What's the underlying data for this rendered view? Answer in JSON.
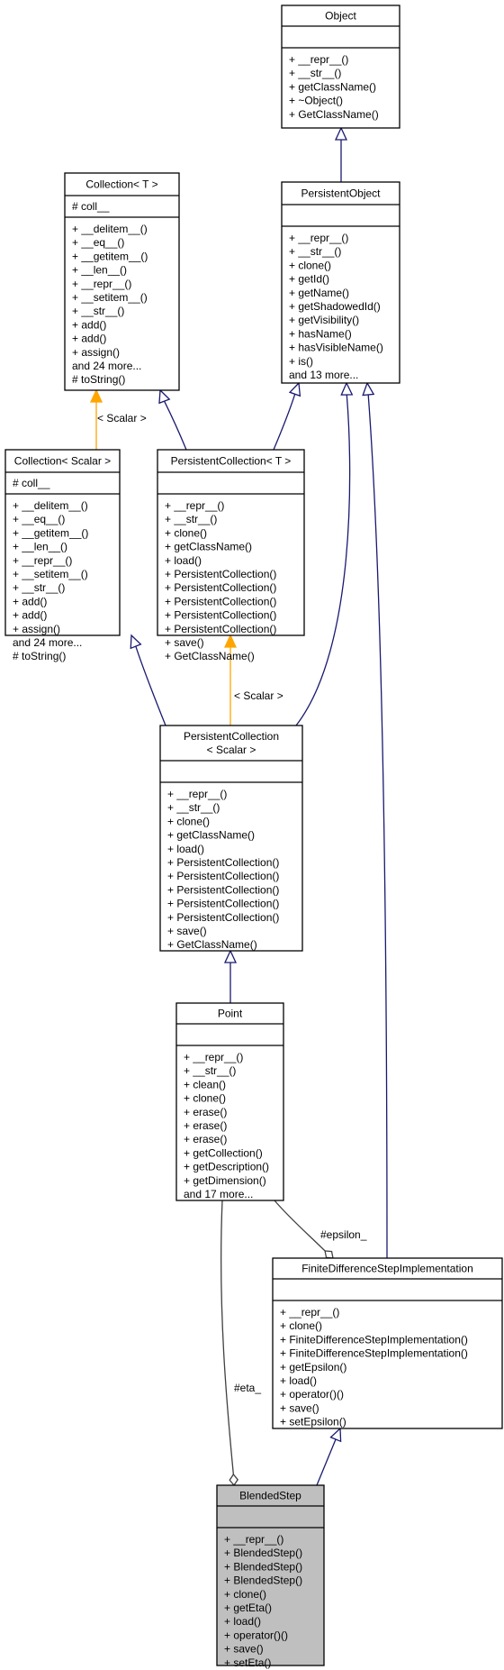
{
  "colors": {
    "inherit": "#191970",
    "template": "#ffa500",
    "usage": "#404040",
    "highlight_fill": "#bfbfbf"
  },
  "classes": {
    "object": {
      "title": [
        "Object"
      ],
      "attributes": [],
      "methods": [
        "+ __repr__()",
        "+ __str__()",
        "+ getClassName()",
        "+ ~Object()",
        "+ GetClassName()"
      ]
    },
    "persistent_object": {
      "title": [
        "PersistentObject"
      ],
      "attributes": [],
      "methods": [
        "+ __repr__()",
        "+ __str__()",
        "+ clone()",
        "+ getId()",
        "+ getName()",
        "+ getShadowedId()",
        "+ getVisibility()",
        "+ hasName()",
        "+ hasVisibleName()",
        "+ is()",
        "and 13 more..."
      ]
    },
    "collection_t": {
      "title": [
        "Collection< T >"
      ],
      "attributes": [
        "# coll__"
      ],
      "methods": [
        "+ __delitem__()",
        "+ __eq__()",
        "+ __getitem__()",
        "+ __len__()",
        "+ __repr__()",
        "+ __setitem__()",
        "+ __str__()",
        "+ add()",
        "+ add()",
        "+ assign()",
        "and 24 more...",
        "# toString()"
      ]
    },
    "collection_scalar": {
      "title": [
        "Collection< Scalar >"
      ],
      "attributes": [
        "# coll__"
      ],
      "methods": [
        "+ __delitem__()",
        "+ __eq__()",
        "+ __getitem__()",
        "+ __len__()",
        "+ __repr__()",
        "+ __setitem__()",
        "+ __str__()",
        "+ add()",
        "+ add()",
        "+ assign()",
        "and 24 more...",
        "# toString()"
      ]
    },
    "persistent_collection_t": {
      "title": [
        "PersistentCollection< T >"
      ],
      "attributes": [],
      "methods": [
        "+ __repr__()",
        "+ __str__()",
        "+ clone()",
        "+ getClassName()",
        "+ load()",
        "+ PersistentCollection()",
        "+ PersistentCollection()",
        "+ PersistentCollection()",
        "+ PersistentCollection()",
        "+ PersistentCollection()",
        "+ save()",
        "+ GetClassName()"
      ]
    },
    "persistent_collection_scalar": {
      "title": [
        "PersistentCollection",
        "< Scalar >"
      ],
      "attributes": [],
      "methods": [
        "+ __repr__()",
        "+ __str__()",
        "+ clone()",
        "+ getClassName()",
        "+ load()",
        "+ PersistentCollection()",
        "+ PersistentCollection()",
        "+ PersistentCollection()",
        "+ PersistentCollection()",
        "+ PersistentCollection()",
        "+ save()",
        "+ GetClassName()"
      ]
    },
    "point": {
      "title": [
        "Point"
      ],
      "attributes": [],
      "methods": [
        "+ __repr__()",
        "+ __str__()",
        "+ clean()",
        "+ clone()",
        "+ erase()",
        "+ erase()",
        "+ erase()",
        "+ getCollection()",
        "+ getDescription()",
        "+ getDimension()",
        "and 17 more..."
      ]
    },
    "fds_impl": {
      "title": [
        "FiniteDifferenceStepImplementation"
      ],
      "attributes": [],
      "methods": [
        "+ __repr__()",
        "+ clone()",
        "+ FiniteDifferenceStepImplementation()",
        "+ FiniteDifferenceStepImplementation()",
        "+ getEpsilon()",
        "+ load()",
        "+ operator()()",
        "+ save()",
        "+ setEpsilon()"
      ]
    },
    "blended_step": {
      "title": [
        "BlendedStep"
      ],
      "attributes": [],
      "methods": [
        "+ __repr__()",
        "+ BlendedStep()",
        "+ BlendedStep()",
        "+ BlendedStep()",
        "+ clone()",
        "+ getEta()",
        "+ load()",
        "+ operator()()",
        "+ save()",
        "+ setEta()"
      ]
    }
  },
  "edge_labels": {
    "scalar_template_1": "< Scalar >",
    "scalar_template_2": "< Scalar >",
    "epsilon": "#epsilon_",
    "eta": "#eta_"
  }
}
